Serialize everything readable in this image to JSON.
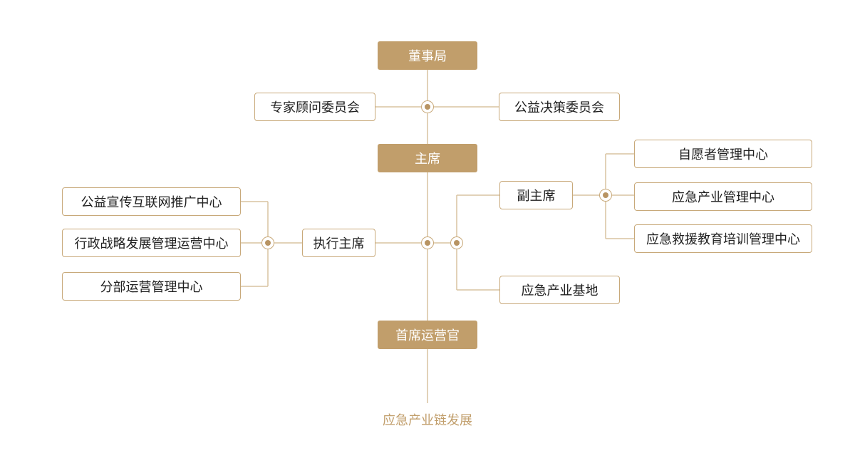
{
  "colors": {
    "accent": "#c19e6b",
    "line": "#d9c3a0",
    "border": "#c8a97a"
  },
  "nodes": {
    "board": "董事局",
    "expert_committee": "专家顾问委员会",
    "welfare_committee": "公益决策委员会",
    "chairman": "主席",
    "vice_chairman": "副主席",
    "volunteer_center": "自愿者管理中心",
    "industry_mgmt_center": "应急产业管理中心",
    "rescue_training_center": "应急救援教育培训管理中心",
    "internet_promo_center": "公益宣传互联网推广中心",
    "admin_strategy_center": "行政战略发展管理运营中心",
    "branch_ops_center": "分部运营管理中心",
    "executive_chairman": "执行主席",
    "industry_base": "应急产业基地",
    "coo": "首席运营官"
  },
  "footer": {
    "label": "应急产业链发展"
  }
}
